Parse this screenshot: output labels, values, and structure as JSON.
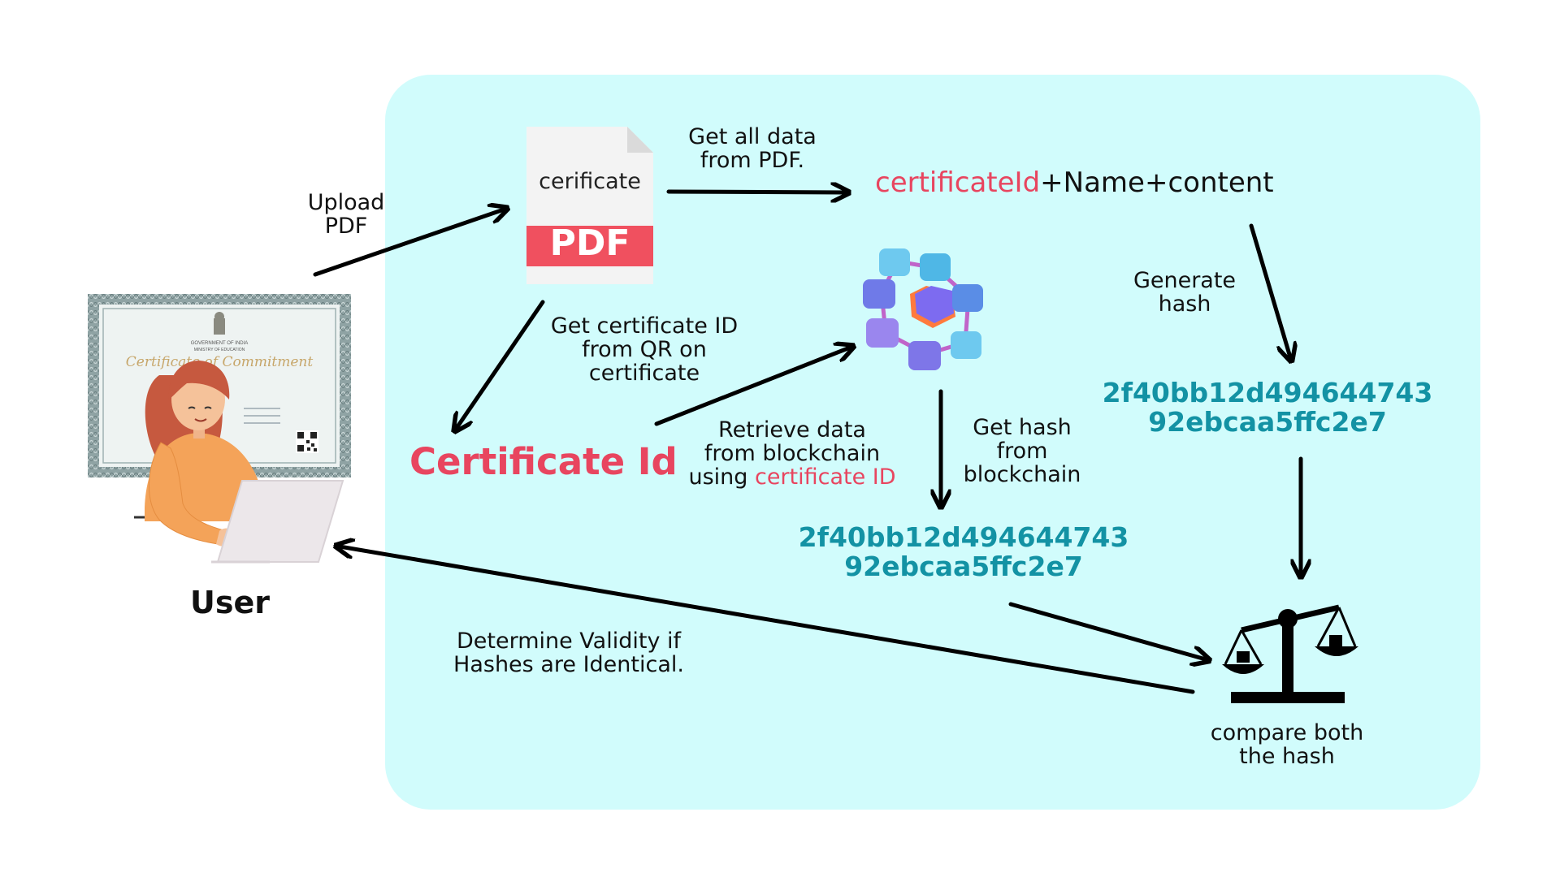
{
  "user": {
    "caption": "User"
  },
  "pdf_icon": {
    "doc_text": "cerificate",
    "band_text": "PDF"
  },
  "certificate_image": {
    "title_script": "Certificate of Commitment",
    "issuer_line": "GOVERNMENT OF INDIA",
    "ministry_line": "MINISTRY OF EDUCATION"
  },
  "steps": {
    "upload": [
      "Upload",
      "PDF"
    ],
    "get_all_data": [
      "Get all data",
      "from PDF."
    ],
    "get_cert_id": [
      "Get certificate ID",
      "from QR on",
      "certificate"
    ],
    "retrieve": {
      "line1": "Retrieve data",
      "line2": "from blockchain",
      "line3_prefix": "using ",
      "line3_highlight": "certificate ID"
    },
    "get_hash": [
      "Get hash",
      "from",
      "blockchain"
    ],
    "generate_hash": [
      "Generate",
      "hash"
    ],
    "compare": [
      "compare both",
      "the hash"
    ],
    "validity": [
      "Determine Validity if",
      "Hashes are Identical."
    ]
  },
  "formula": {
    "highlight": "certificateId",
    "rest": "+Name+content"
  },
  "certificate_id_label": "Certificate Id",
  "hash_generated": [
    "2f40bb12d494644743",
    "92ebcaa5ffc2e7"
  ],
  "hash_blockchain": [
    "2f40bb12d494644743",
    "92ebcaa5ffc2e7"
  ],
  "colors": {
    "panel": "#d1fcfc",
    "highlight_pink": "#e8455f",
    "hash_teal": "#1392a4",
    "arrow": "#000000"
  }
}
